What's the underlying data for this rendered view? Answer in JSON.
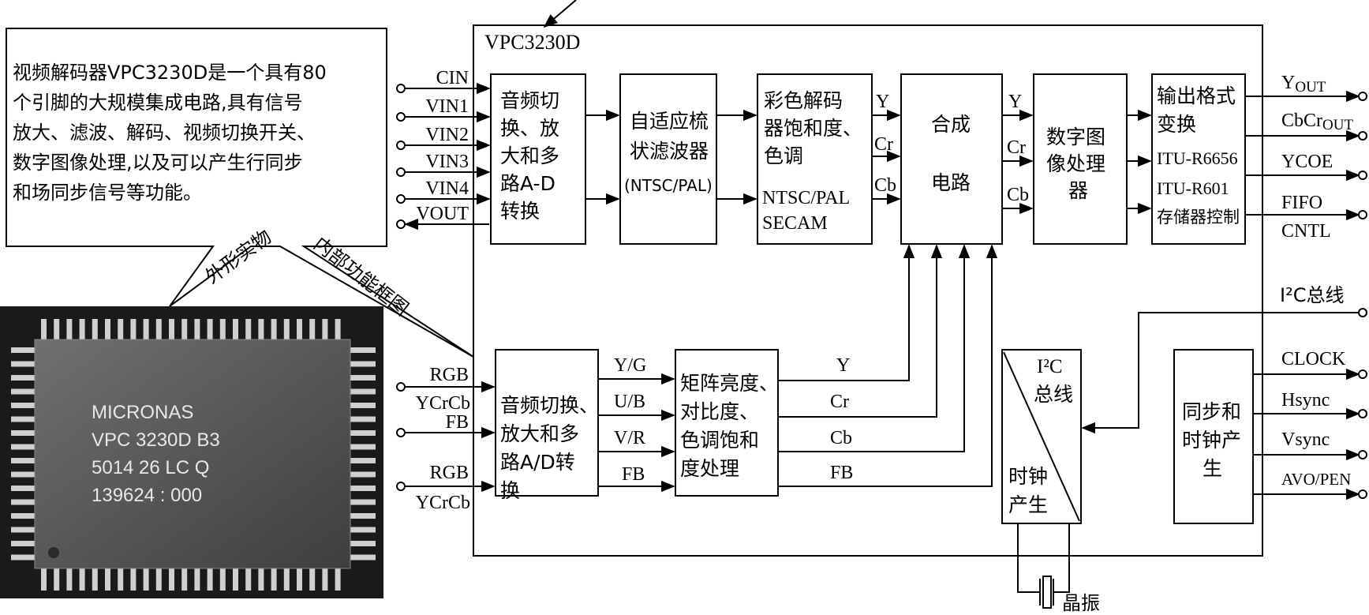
{
  "chip_label": "VPC3230D",
  "callout": {
    "lines": [
      "视频解码器VPC3230D是一个具有80",
      "个引脚的大规模集成电路,具有信号",
      "放大、滤波、解码、视频切换开关、",
      "数字图像处理,以及可以产生行同步",
      "和场同步信号等功能。"
    ],
    "photo_tag": "外形实物",
    "diagram_tag": "内部功能框图"
  },
  "photo_text": [
    "MICRONAS",
    "VPC 3230D  B3",
    "5014  26  LC  Q",
    "139624 : 000"
  ],
  "inputs_top": [
    "CIN",
    "VIN1",
    "VIN2",
    "VIN3",
    "VIN4",
    "VOUT"
  ],
  "inputs_bottom": [
    "RGB",
    "YCrCb",
    "FB",
    "RGB",
    "YCrCb"
  ],
  "blocks": {
    "audio_switch": [
      "音频切",
      "换、放",
      "大和多",
      "路A-D",
      "转换"
    ],
    "comb_filter": [
      "自适应梳",
      "状滤波器",
      "(NTSC/PAL)"
    ],
    "color_decoder": [
      "彩色解码",
      "器饱和度、",
      "色调",
      "NTSC/PAL",
      "SECAM"
    ],
    "synthesis": [
      "合成",
      "电路"
    ],
    "image_processor": [
      "数字图",
      "像处理",
      "器"
    ],
    "output_format": [
      "输出格式",
      "变换",
      "ITU-R6656",
      "ITU-R601",
      "存储器控制"
    ],
    "audio_switch2": [
      "音频切换、",
      "放大和多",
      "路A/D转",
      "换"
    ],
    "matrix": [
      "矩阵亮度、",
      "对比度、",
      "色调饱和",
      "度处理"
    ],
    "i2c_bus": [
      "I²C",
      "总线"
    ],
    "clock_gen": [
      "时钟",
      "产生"
    ],
    "sync_clock": [
      "同步和",
      "时钟产",
      "生"
    ]
  },
  "signals": {
    "decoder_out": [
      "Y",
      "Cr",
      "Cb"
    ],
    "synth_out": [
      "Y",
      "Cr",
      "Cb"
    ],
    "audio2_out": [
      "Y/G",
      "U/B",
      "V/R",
      "FB"
    ],
    "matrix_out": [
      "Y",
      "Cr",
      "Cb",
      "FB"
    ]
  },
  "outputs_right": [
    "Y_OUT",
    "CbCr_OUT",
    "YCOE",
    "FIFO",
    "CNTL",
    "I²C总线",
    "CLOCK",
    "Hsync",
    "Vsync",
    "AVO/PEN"
  ],
  "crystal_label": "晶振"
}
